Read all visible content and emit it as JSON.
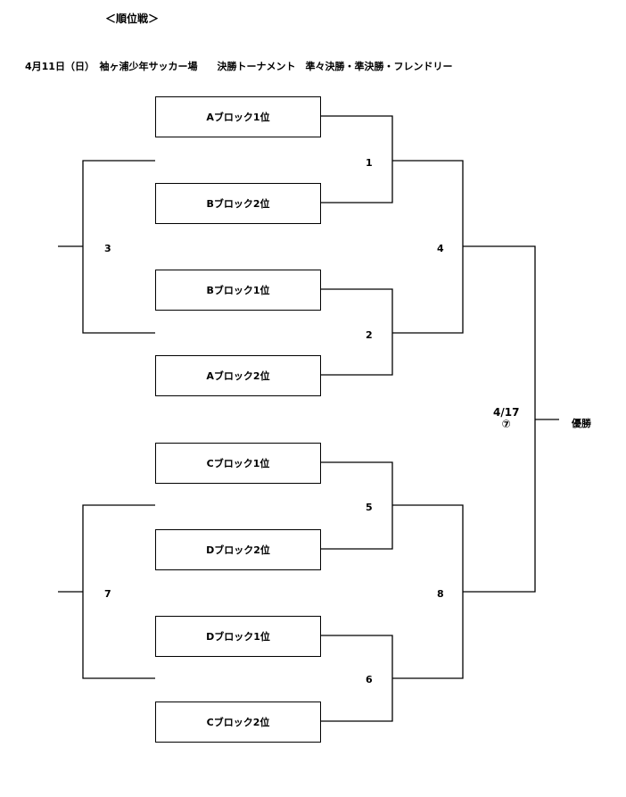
{
  "header": {
    "title": "＜順位戦＞",
    "subtitle": "4月11日（日）　袖ヶ浦少年サッカー場　　決勝トーナメント　準々決勝・準決勝・フレンドリー"
  },
  "teams": [
    "Aブロック1位",
    "Bブロック2位",
    "Bブロック1位",
    "Aブロック2位",
    "Cブロック1位",
    "Dブロック2位",
    "Dブロック1位",
    "Cブロック2位"
  ],
  "matches": {
    "m1": "1",
    "m2": "2",
    "m3": "3",
    "m4": "4",
    "m5": "5",
    "m6": "6",
    "m7": "7",
    "m8": "8"
  },
  "final": {
    "date": "4/17",
    "number": "⑦",
    "result_label": "優勝"
  }
}
